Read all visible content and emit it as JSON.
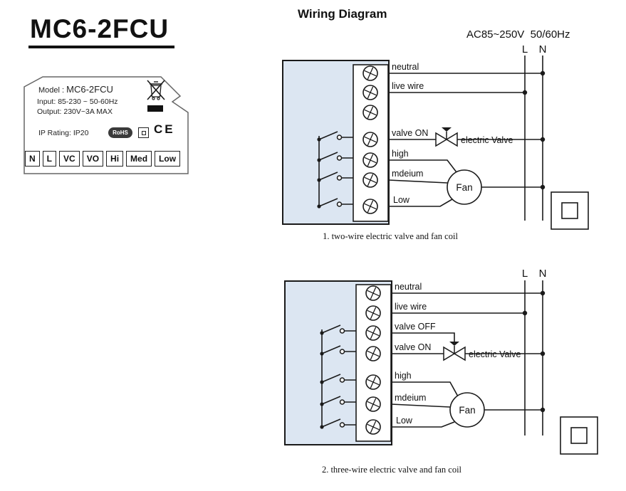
{
  "product": {
    "title": "MC6-2FCU",
    "label": {
      "model_label": "Model :",
      "model_value": "MC6-2FCU",
      "input": "Input: 85-230 ~ 50-60Hz",
      "output": "Output: 230V~3A MAX",
      "ip_rating": "IP Rating: IP20",
      "rohs_badge": "RoHS",
      "ce_mark": "CE",
      "terminals": [
        "N",
        "L",
        "VC",
        "VO",
        "Hi",
        "Med",
        "Low"
      ]
    }
  },
  "wiring": {
    "heading": "Wiring Diagram",
    "supply": "AC85~250V  50/60Hz",
    "line_label": "L",
    "neutral_label": "N",
    "colors": {
      "thermostat_fill": "#dce6f2"
    },
    "diagram1": {
      "labels": {
        "neutral": "neutral",
        "live": "live wire",
        "valve_on": "valve ON",
        "high": "high",
        "medium": "mdeium",
        "low": "Low"
      },
      "valve": "electric Valve",
      "fan": "Fan",
      "caption": "1. two-wire electric valve and fan coil"
    },
    "diagram2": {
      "labels": {
        "neutral": "neutral",
        "live": "live wire",
        "valve_off": "valve OFF",
        "valve_on": "valve ON",
        "high": "high",
        "medium": "mdeium",
        "low": "Low"
      },
      "valve": "electric Valve",
      "fan": "Fan",
      "caption": "2. three-wire electric valve and fan coil"
    }
  }
}
